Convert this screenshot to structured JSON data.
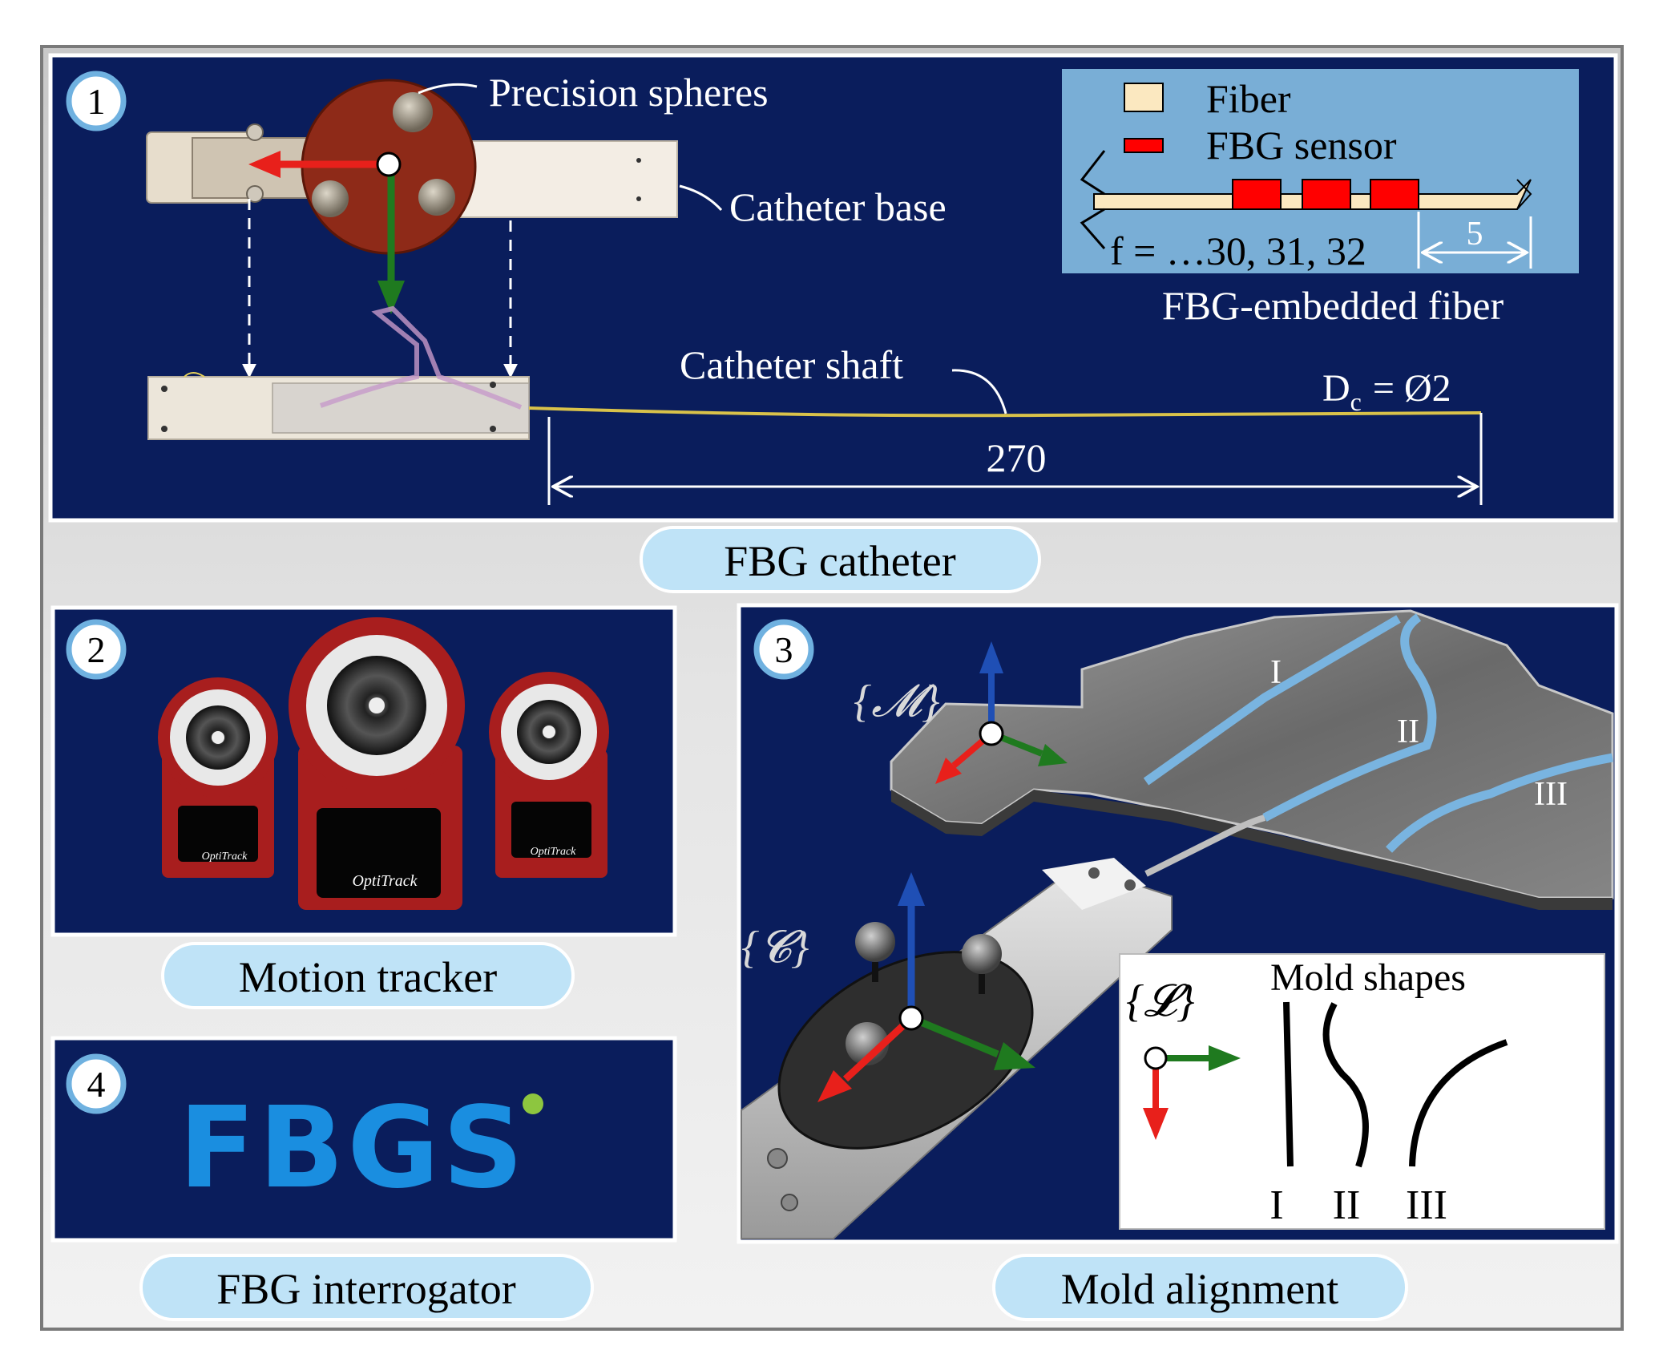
{
  "colors": {
    "navy": "#0a1d5c",
    "panel_border": "#ffffff",
    "outer_bg": "#d6d6d6",
    "caption_fill": "#bfe3f7",
    "legend_bg": "#79aed6",
    "fiber": "#fbe8c0",
    "fbg_sensor": "#ff0000",
    "axis_red": "#e8201b",
    "axis_green": "#1f7a1f",
    "axis_blue": "#1f4fb5",
    "path_blue": "#79b4e0",
    "fbgs_blue": "#1a8ee0",
    "fbgs_dot": "#8dc63f"
  },
  "panel1": {
    "number": "1",
    "labels": {
      "precision_spheres": "Precision spheres",
      "catheter_base": "Catheter base",
      "catheter_shaft": "Catheter shaft",
      "diameter": "D",
      "diameter_sub": "c",
      "diameter_value": "= Ø2",
      "length": "270"
    },
    "legend": {
      "fiber": "Fiber",
      "fbg_sensor": "FBG sensor",
      "indices": "f = …30, 31, 32",
      "spacing": "5",
      "caption": "FBG-embedded fiber"
    },
    "caption": "FBG catheter"
  },
  "panel2": {
    "number": "2",
    "brand": "OptiTrack",
    "caption": "Motion tracker"
  },
  "panel3": {
    "number": "3",
    "frame_m": "{𝓜}",
    "frame_c": "{𝓒}",
    "frame_l": "{𝓛}",
    "path_labels": [
      "I",
      "II",
      "III"
    ],
    "inset_title": "Mold shapes",
    "inset_labels": [
      "I",
      "II",
      "III"
    ],
    "caption": "Mold alignment"
  },
  "panel4": {
    "number": "4",
    "logo": "FBGS",
    "caption": "FBG interrogator"
  }
}
